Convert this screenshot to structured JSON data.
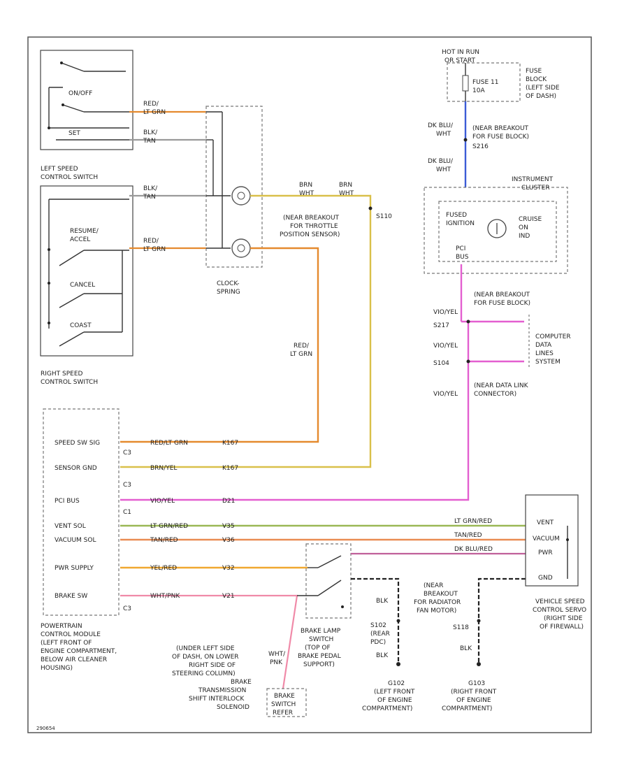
{
  "colors": {
    "red_lt_grn": "#e58a2e",
    "brn_wht": "#d9c04a",
    "brn_yel": "#c9b83a",
    "dk_blu_wht": "#3b5bd6",
    "vio_yel": "#e35fd0",
    "lt_grn_red": "#9ab855",
    "tan_red": "#e98c52",
    "yel_red": "#f0a830",
    "wht_pnk": "#f08aa8",
    "blk": "#222222"
  },
  "left_switch": {
    "on_off": "ON/OFF",
    "set": "SET",
    "title_1": "LEFT SPEED",
    "title_2": "CONTROL SWITCH"
  },
  "right_switch": {
    "resume_1": "RESUME/",
    "resume_2": "ACCEL",
    "cancel": "CANCEL",
    "coast": "COAST",
    "title_1": "RIGHT SPEED",
    "title_2": "CONTROL SWITCH"
  },
  "wires": {
    "red_lt_grn_1": "RED/",
    "red_lt_grn_2": "LT GRN",
    "blk_tan_1": "BLK/",
    "blk_tan_2": "TAN",
    "brn_1": "BRN",
    "brn_2": "WHT",
    "dk_blu_1": "DK BLU/",
    "dk_blu_2": "WHT",
    "vio_yel_1": "VIO/",
    "vio_yel_2": "YEL",
    "blk": "BLK",
    "wht_pnk_1": "WHT/",
    "wht_pnk_2": "PNK"
  },
  "clock_spring": {
    "label_1": "CLOCK-",
    "label_2": "SPRING"
  },
  "throttle_note": {
    "line_1": "(NEAR BREAKOUT",
    "line_2": "FOR THROTTLE",
    "line_3": "POSITION SENSOR)",
    "splice": "S110"
  },
  "fuse_block": {
    "hot": "HOT IN RUN",
    "or_start": "OR START",
    "fuse": "FUSE 11",
    "amps": "10A",
    "note_1": "FUSE",
    "note_2": "BLOCK",
    "note_3": "(LEFT SIDE",
    "note_4": "OF DASH)",
    "breakout_1": "(NEAR BREAKOUT",
    "breakout_2": "FOR FUSE BLOCK)",
    "splice": "S216"
  },
  "instrument_cluster": {
    "title_1": "INSTRUMENT",
    "title_2": "CLUSTER",
    "fused_1": "FUSED",
    "fused_2": "IGNITION",
    "cruise_1": "CRUISE",
    "cruise_2": "ON",
    "cruise_3": "IND",
    "pci_1": "PCI",
    "pci_2": "BUS"
  },
  "data_lines": {
    "breakout_1": "(NEAR BREAKOUT",
    "breakout_2": "FOR FUSE BLOCK)",
    "s217": "S217",
    "s104": "S104",
    "wire_code": "VIO/YEL",
    "system_1": "COMPUTER",
    "system_2": "DATA",
    "system_3": "LINES",
    "system_4": "SYSTEM",
    "dlc_1": "(NEAR DATA LINK",
    "dlc_2": "CONNECTOR)"
  },
  "pcm": {
    "speed_sw": "SPEED SW SIG",
    "sensor_gnd": "SENSOR GND",
    "pci_bus": "PCI BUS",
    "vent_sol": "VENT SOL",
    "vacuum_sol": "VACUUM SOL",
    "pwr_supply": "PWR SUPPLY",
    "brake_sw": "BRAKE SW",
    "c3a": "C3",
    "c3b": "C3",
    "c1": "C1",
    "c3c": "C3",
    "title_1": "POWERTRAIN",
    "title_2": "CONTROL MODULE",
    "title_3": "(LEFT FRONT OF",
    "title_4": "ENGINE COMPARTMENT,",
    "title_5": "BELOW AIR CLEANER",
    "title_6": "HOUSING)"
  },
  "pcm_wires": {
    "w1": "RED/LT GRN",
    "c1": "K167",
    "w2": "BRN/YEL",
    "c2": "K167",
    "w3": "VIO/YEL",
    "c3": "D21",
    "w4": "LT GRN/RED",
    "c4": "V35",
    "w5": "TAN/RED",
    "c5": "V36",
    "w6": "YEL/RED",
    "c6": "V32",
    "w7": "WHT/PNK",
    "c7": "V21"
  },
  "servo": {
    "vent": "VENT",
    "vacuum": "VACUUM",
    "pwr": "PWR",
    "gnd": "GND",
    "w_lt_grn": "LT GRN/RED",
    "w_tan": "TAN/RED",
    "w_dk_blu": "DK BLU/RED",
    "title_1": "VEHICLE SPEED",
    "title_2": "CONTROL SERVO",
    "title_3": "(RIGHT SIDE",
    "title_4": "OF FIREWALL)",
    "breakout_1": "(NEAR",
    "breakout_2": "BREAKOUT",
    "breakout_3": "FOR RADIATOR",
    "breakout_4": "FAN MOTOR)",
    "splice": "S118"
  },
  "brake_lamp": {
    "label_1": "BRAKE LAMP",
    "label_2": "SWITCH",
    "label_3": "(TOP OF",
    "label_4": "BRAKE PEDAL",
    "label_5": "SUPPORT)"
  },
  "grounds": {
    "s102": "S102",
    "s102_1": "(REAR",
    "s102_2": "PDC)",
    "g102": "G102",
    "g102_1": "(LEFT FRONT",
    "g102_2": "OF ENGINE",
    "g102_3": "COMPARTMENT)",
    "g103": "G103",
    "g103_1": "(RIGHT FRONT",
    "g103_2": "OF ENGINE",
    "g103_3": "COMPARTMENT)"
  },
  "interlock": {
    "line_1": "(UNDER LEFT SIDE",
    "line_2": "OF DASH, ON LOWER",
    "line_3": "RIGHT SIDE OF",
    "line_4": "STEERING COLUMN)",
    "line_5": "BRAKE",
    "line_6": "TRANSMISSION",
    "line_7": "SHIFT INTERLOCK",
    "line_8": "SOLENOID",
    "refer_1": "BRAKE",
    "refer_2": "SWITCH",
    "refer_3": "REFER"
  },
  "footer": {
    "code": "290654"
  }
}
